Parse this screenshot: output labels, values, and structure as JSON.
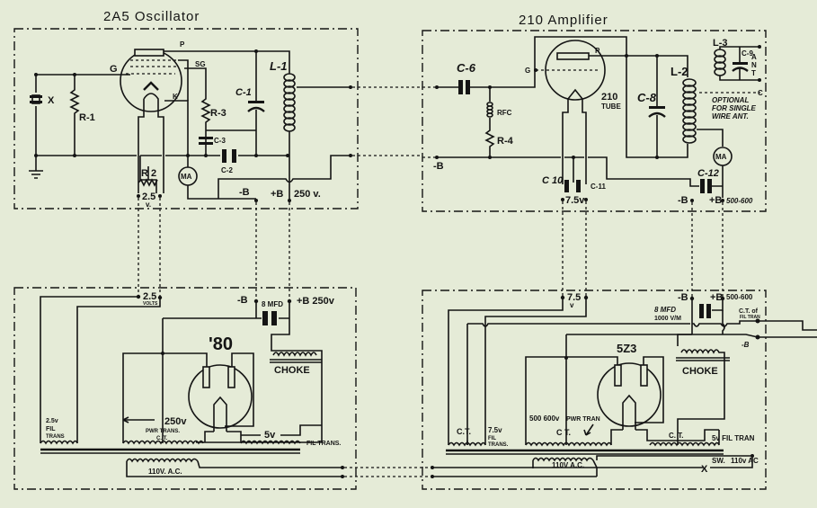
{
  "diagram": {
    "background_color": "#e5ebd7",
    "ink_color": "#141414",
    "oscillator": {
      "title": "2A5 Oscillator",
      "labels": {
        "crystal": "X",
        "r1": "R-1",
        "r2": "R 2",
        "r3": "R-3",
        "c1": "C-1",
        "c2": "C-2",
        "c3": "C-3",
        "l1": "L-1",
        "grid": "G",
        "plate": "P",
        "screen_grid": "SG",
        "cathode": "K",
        "meter": "MA",
        "fil_voltage": "2.5",
        "fil_unit": "v.",
        "neg_b": "-B",
        "pos_b": "+B",
        "b_voltage": "250 v."
      }
    },
    "amplifier": {
      "title": "210 Amplifier",
      "labels": {
        "c6": "C-6",
        "rfc": "RFC",
        "r4": "R-4",
        "grid": "G",
        "plate": "P",
        "tube": "210",
        "tube_sub": "TUBE",
        "c8": "C-8",
        "l2": "L-2",
        "l3": "L-3",
        "c9": "C-9",
        "ant": "ANT",
        "optional_1": "OPTIONAL",
        "optional_2": "FOR SINGLE",
        "optional_3": "WIRE ANT.",
        "tap": "C",
        "meter": "MA",
        "c10": "C 10",
        "c11": "C-11",
        "c12": "C-12",
        "fil_voltage": "7.5v",
        "neg_b_left": "-B",
        "neg_b": "-B",
        "pos_b": "+B",
        "b_voltage": "500-600"
      }
    },
    "osc_supply": {
      "tube": "'80",
      "fil_out": "2.5",
      "fil_out_unit": "VOLTS",
      "neg_b": "-B",
      "pos_b": "+B 250v",
      "cap": "8 MFD",
      "choke": "CHOKE",
      "fil_trans_1": "2.5v",
      "fil_trans_2": "FIL",
      "fil_trans_3": "TRANS",
      "hv": "250v",
      "pwr_trans": "PWR TRANS.",
      "ct": "C. T.",
      "five_v": "5v",
      "fil_trans_label": "FIL TRANS.",
      "ac": "110V. A.C."
    },
    "amp_supply": {
      "tube": "5Z3",
      "fil_out": "7.5",
      "fil_out_unit": "v",
      "neg_b": "-B",
      "pos_b": "+B",
      "b_voltage": "500-600",
      "cap_1": "8 MFD",
      "cap_2": "1000 V/M",
      "ct_fil": "C.T. of",
      "ct_fil_2": "FIL TRAN",
      "neg_b_out": "-B",
      "choke": "CHOKE",
      "ct_left": "C.T.",
      "fil_trans_1": "7.5v",
      "fil_trans_2": "FIL",
      "fil_trans_3": "TRANS.",
      "hv": "500 600v",
      "pwr_trans": "PWR TRAN",
      "ct_mid": "C T.",
      "ct_right": "C. T.",
      "five_v_trans": "5v FIL TRAN",
      "ac": "110V A.C.",
      "switch_mark": "X",
      "switch": "SW.",
      "switch_ac": "110v AC"
    }
  }
}
